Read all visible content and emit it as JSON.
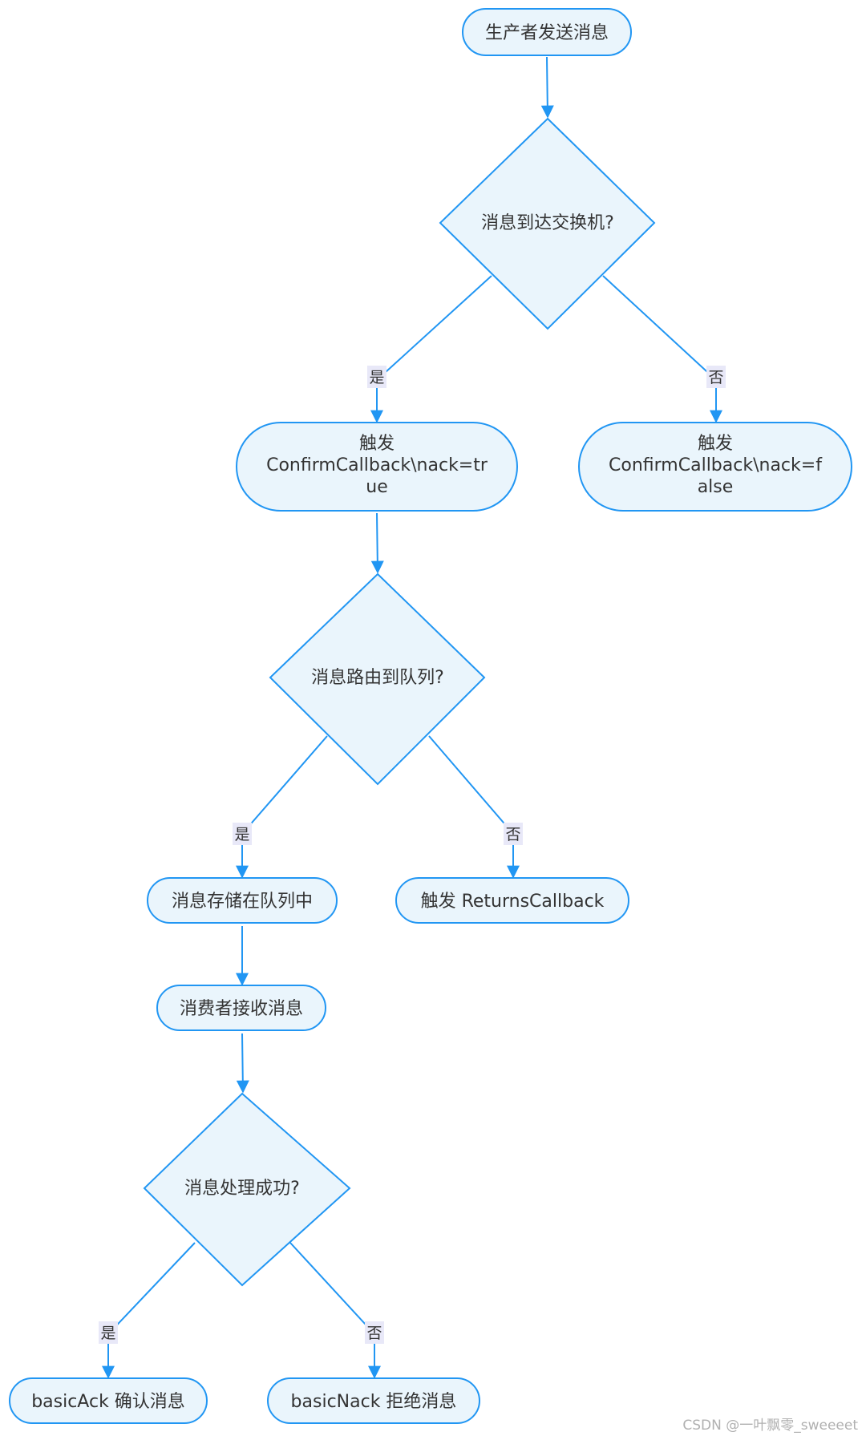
{
  "flow": {
    "start": "生产者发送消息",
    "decision_exchange": "消息到达交换机?",
    "confirm_true": "触发\nConfirmCallback\\nack=tr\nue",
    "confirm_false": "触发\nConfirmCallback\\nack=f\nalse",
    "decision_queue": "消息路由到队列?",
    "stored": "消息存储在队列中",
    "returns": "触发 ReturnsCallback",
    "consumer": "消费者接收消息",
    "decision_process": "消息处理成功?",
    "basic_ack": "basicAck 确认消息",
    "basic_nack": "basicNack 拒绝消息"
  },
  "edge_labels": {
    "yes_1": "是",
    "no_1": "否",
    "yes_2": "是",
    "no_2": "否",
    "yes_3": "是",
    "no_3": "否"
  },
  "colors": {
    "node_fill": "#eaf5fc",
    "node_stroke": "#2196f3",
    "edge": "#2196f3",
    "edge_label_bg": "#e8e8f8",
    "text": "#333333"
  },
  "watermark": "CSDN @一叶飘零_sweeeet"
}
